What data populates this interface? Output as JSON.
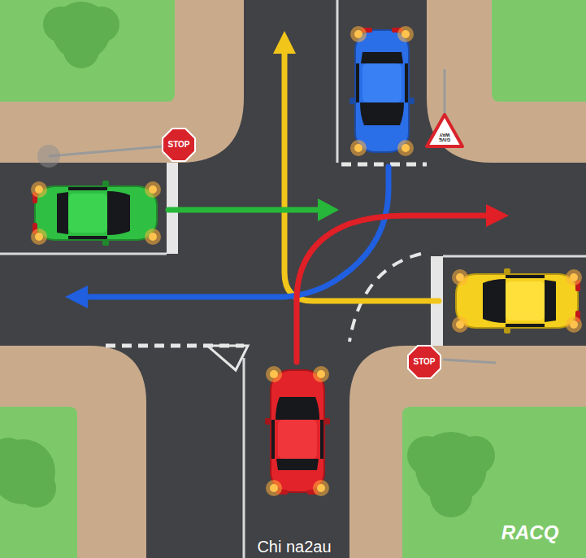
{
  "diagram": {
    "labels": [
      "STOP",
      "STOP",
      "GIVE WAY",
      "RACQ",
      "Chi na2au"
    ]
  }
}
